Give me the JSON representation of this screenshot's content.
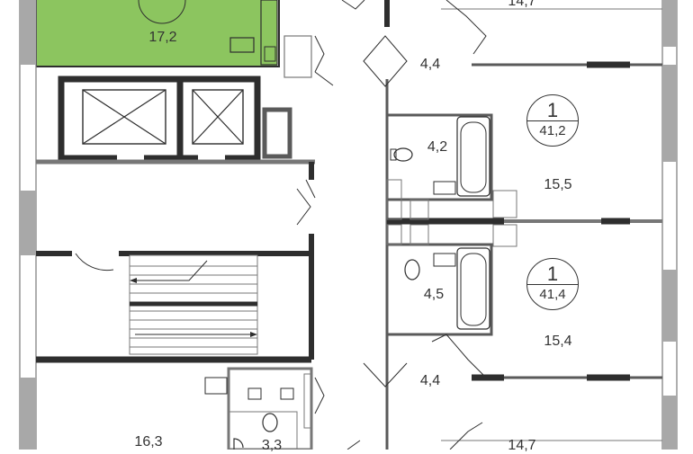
{
  "colors": {
    "wall": "#2e2e2e",
    "partition": "#5a5a5a",
    "thin_line": "#777777",
    "window": "#a8a8a8",
    "highlight": "#8cc55f",
    "background": "#ffffff"
  },
  "room_areas": {
    "top_left_highlighted": "17,2",
    "top_right_living": "14,7",
    "corridor_upper": "4,4",
    "bath_upper": "4,2",
    "room_upper_right": "15,5",
    "bath_lower": "4,5",
    "room_lower_right": "15,4",
    "corridor_lower": "4,4",
    "bottom_right_living": "14,7",
    "bottom_left_living": "16,3",
    "bottom_left_bath": "3,3"
  },
  "apartments": [
    {
      "rooms": "1",
      "area": "41,2"
    },
    {
      "rooms": "1",
      "area": "41,4"
    }
  ]
}
